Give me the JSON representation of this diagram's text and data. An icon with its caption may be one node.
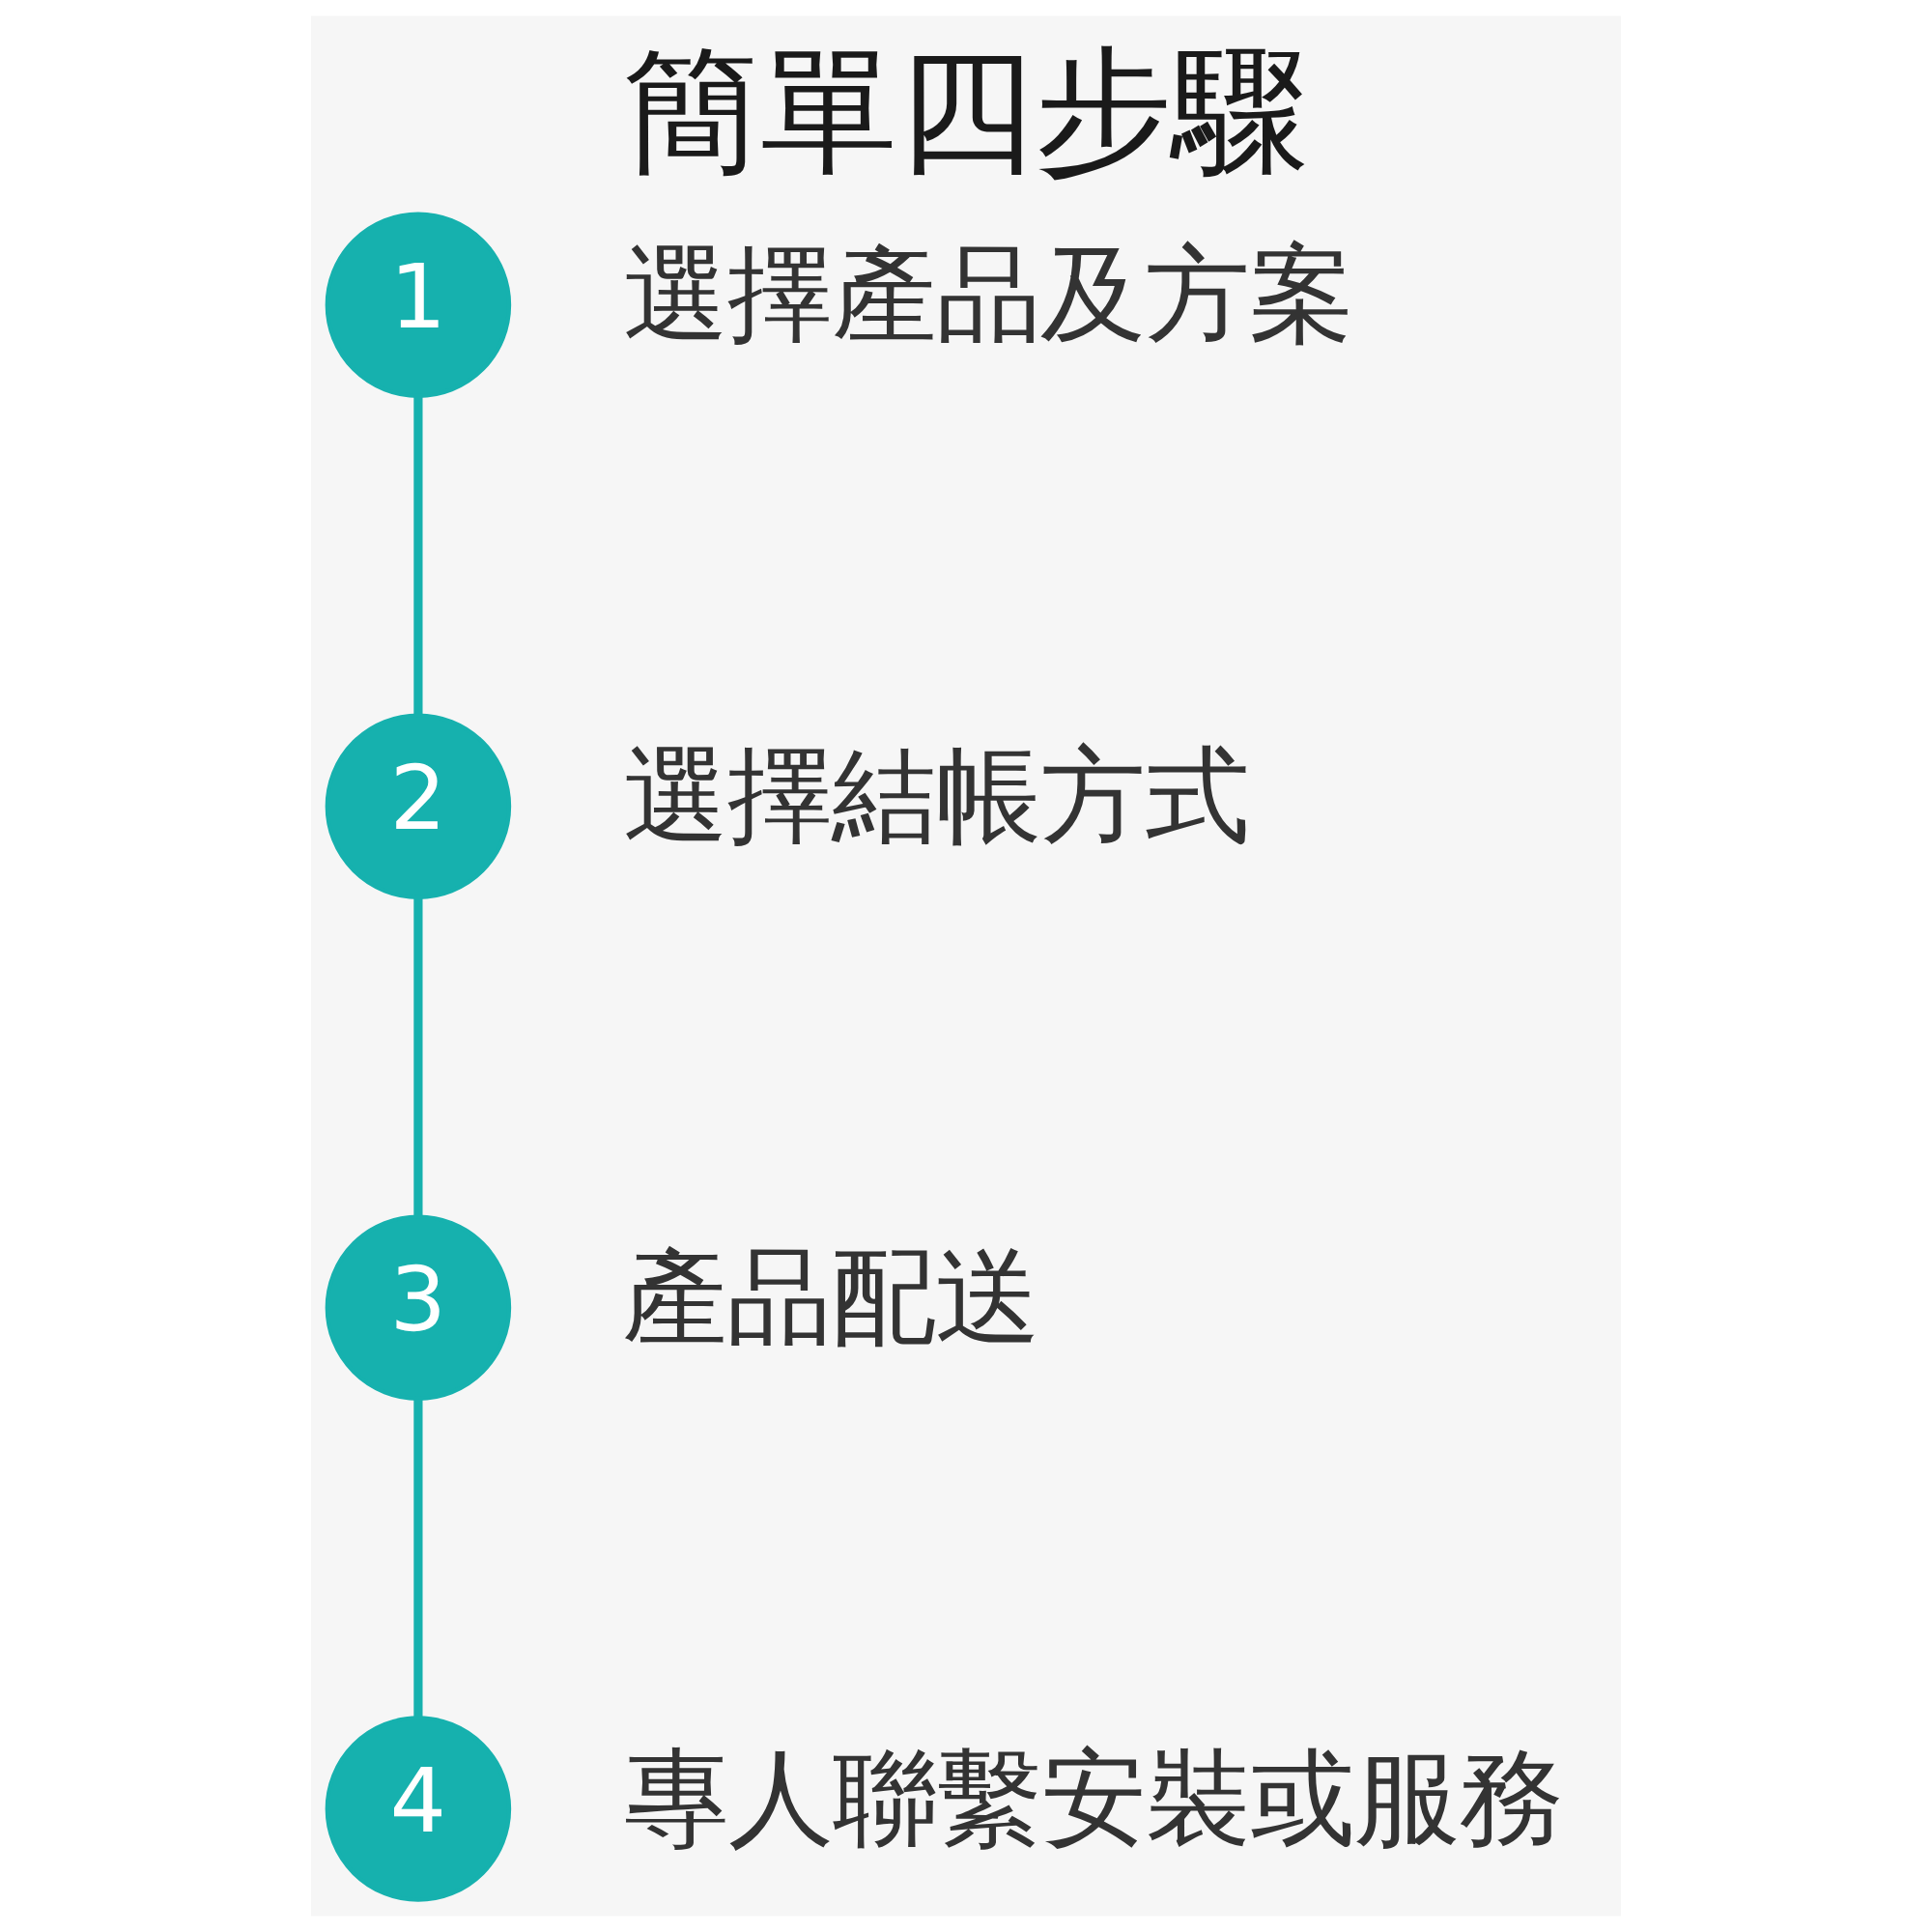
{
  "diagram": {
    "title": "簡單四步驟",
    "nodes": [
      {
        "text": [
          "1"
        ],
        "beside": [
          "選擇產品及方案"
        ]
      },
      {
        "text": [
          "2"
        ],
        "beside": [
          "選擇結帳方式"
        ]
      },
      {
        "text": [
          "3"
        ],
        "beside": [
          "產品配送"
        ]
      },
      {
        "text": [
          "4"
        ],
        "beside": [
          "專人聯繫安裝或服務"
        ]
      }
    ],
    "edges": [
      {
        "from": 0,
        "to": 1,
        "arrow": "none"
      },
      {
        "from": 1,
        "to": 2,
        "arrow": "none"
      },
      {
        "from": 2,
        "to": 3,
        "arrow": "none"
      }
    ]
  }
}
